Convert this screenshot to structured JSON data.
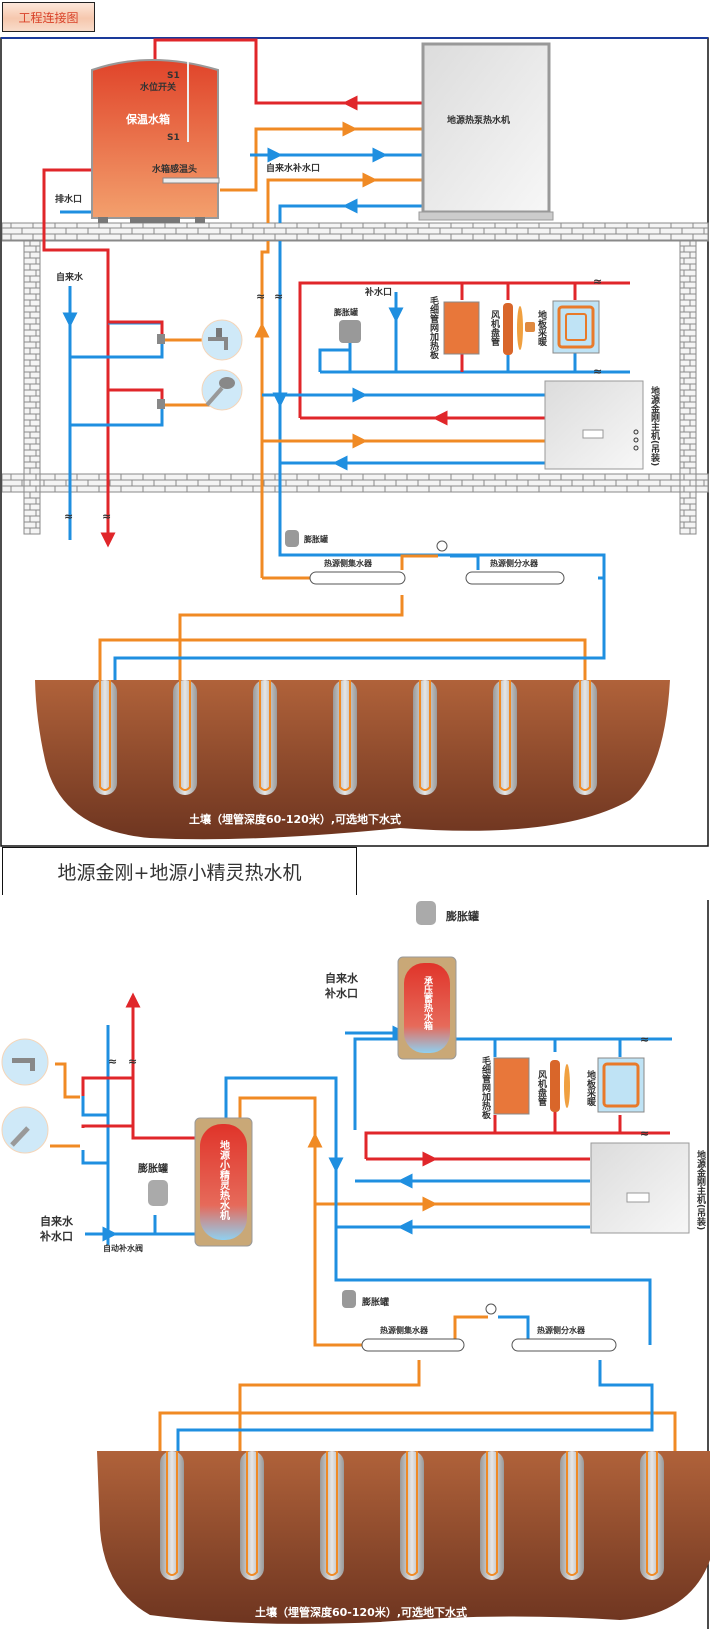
{
  "header": {
    "tab_label": "工程连接图"
  },
  "diagram1": {
    "storage_tank": {
      "label": "保温水箱",
      "level_switch": "水位开关",
      "sensor_top": "S1",
      "sensor_bottom": "S1",
      "temp_probe": "水箱感温头"
    },
    "drain_label": "排水口",
    "heat_pump_label": "地源热泵热水机",
    "makeup_inlet_label": "自来水补水口",
    "tap_water_label": "自来水",
    "expansion_tank_label": "膨胀罐",
    "makeup_label": "补水口",
    "radiator_label": "毛细管网加热板",
    "fan_coil_label": "风机盘管",
    "floor_heating_label": "地板采暖",
    "main_unit_label": "地源金刚主机(吊装)",
    "manifold_expansion_label": "膨胀罐",
    "collector_label": "热源侧集水器",
    "distributor_label": "热源侧分水器",
    "soil_label": "土壤（埋管深度60-120米）,可选地下水式",
    "borehole_count": 7
  },
  "section2": {
    "title": "地源金刚+地源小精灵热水机"
  },
  "diagram2": {
    "expansion_tank_top_label": "膨胀罐",
    "pressure_tank_label": "承压蓄热水箱",
    "tap_makeup_top_label_1": "自来水",
    "tap_makeup_top_label_2": "补水口",
    "mini_heater_label": "地源小精灵热水机",
    "expansion_tank_left_label": "膨胀罐",
    "tap_makeup_left_label_1": "自来水",
    "tap_makeup_left_label_2": "补水口",
    "auto_valve_label": "自动补水阀",
    "radiator_label": "毛细管网加热板",
    "fan_coil_label": "风机盘管",
    "floor_heating_label": "地板采暖",
    "main_unit_label": "地源金刚主机(吊装)",
    "manifold_expansion_label": "膨胀罐",
    "collector_label": "热源侧集水器",
    "distributor_label": "热源侧分水器",
    "soil_label": "土壤（埋管深度60-120米）,可选地下水式",
    "borehole_count": 7
  },
  "colors": {
    "hot": "#e0262a",
    "warm": "#f08a24",
    "cold": "#1f8fe0",
    "soil_top": "#b0623a",
    "soil_bottom": "#6e3520",
    "accent_blue": "#1a3a9a"
  }
}
